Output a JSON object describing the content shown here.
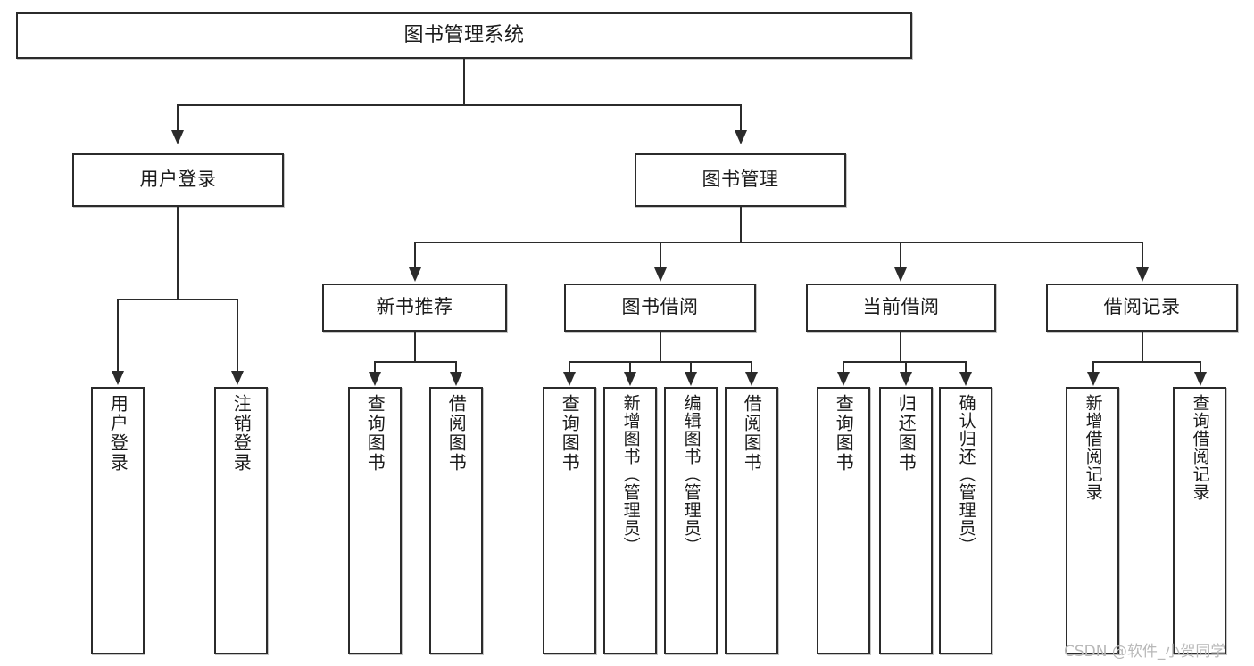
{
  "diagram": {
    "kind": "tree-hierarchy-chart",
    "title": "图书管理系统",
    "colors": {
      "background": "#ffffff",
      "box_fill": "#ffffff",
      "border": "#2b2b2b",
      "text": "#1b1b1b",
      "connector": "#2b2b2b",
      "watermark": "#b8b8b8"
    },
    "nodes": {
      "root": {
        "label": "图书管理系统",
        "orientation": "horizontal"
      },
      "level1": [
        {
          "label": "用户登录",
          "orientation": "horizontal"
        },
        {
          "label": "图书管理",
          "orientation": "horizontal"
        }
      ],
      "level2": [
        {
          "label": "新书推荐",
          "orientation": "horizontal"
        },
        {
          "label": "图书借阅",
          "orientation": "horizontal"
        },
        {
          "label": "当前借阅",
          "orientation": "horizontal"
        },
        {
          "label": "借阅记录",
          "orientation": "horizontal"
        }
      ],
      "leaves_user_login": [
        {
          "label": "用户登录",
          "orientation": "vertical"
        },
        {
          "label": "注销登录",
          "orientation": "vertical"
        }
      ],
      "leaves_new_book": [
        {
          "label": "查询图书",
          "orientation": "vertical"
        },
        {
          "label": "借阅图书",
          "orientation": "vertical"
        }
      ],
      "leaves_borrow": [
        {
          "label": "查询图书",
          "orientation": "vertical"
        },
        {
          "label": "新增图书（管理员）",
          "orientation": "vertical"
        },
        {
          "label": "编辑图书（管理员）",
          "orientation": "vertical"
        },
        {
          "label": "借阅图书",
          "orientation": "vertical"
        }
      ],
      "leaves_current": [
        {
          "label": "查询图书",
          "orientation": "vertical"
        },
        {
          "label": "归还图书",
          "orientation": "vertical"
        },
        {
          "label": "确认归还（管理员）",
          "orientation": "vertical"
        }
      ],
      "leaves_records": [
        {
          "label": "新增借阅记录",
          "orientation": "vertical"
        },
        {
          "label": "查询借阅记录",
          "orientation": "vertical"
        }
      ]
    },
    "watermark": {
      "text": "CSDN @软件_小贺同学"
    }
  }
}
